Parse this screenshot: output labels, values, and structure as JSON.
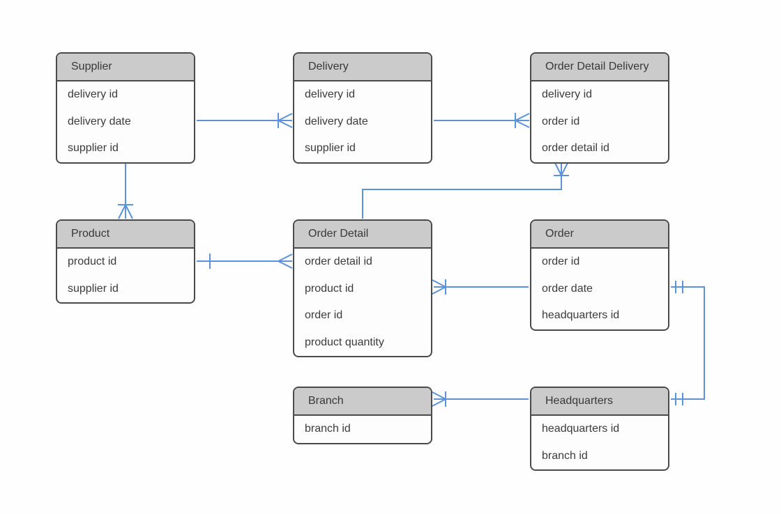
{
  "diagram": {
    "type": "entity-relationship",
    "notation": "crows-foot",
    "entities": [
      {
        "id": "supplier",
        "title": "Supplier",
        "attributes": [
          "delivery id",
          "delivery date",
          "supplier id"
        ]
      },
      {
        "id": "delivery",
        "title": "Delivery",
        "attributes": [
          "delivery id",
          "delivery date",
          "supplier id"
        ]
      },
      {
        "id": "order-detail-delivery",
        "title": "Order Detail Delivery",
        "attributes": [
          "delivery id",
          "order id",
          "order detail id"
        ]
      },
      {
        "id": "product",
        "title": "Product",
        "attributes": [
          "product id",
          "supplier id"
        ]
      },
      {
        "id": "order-detail",
        "title": "Order Detail",
        "attributes": [
          "order detail id",
          "product id",
          "order id",
          "product quantity"
        ]
      },
      {
        "id": "order",
        "title": "Order",
        "attributes": [
          "order id",
          "order date",
          "headquarters id"
        ]
      },
      {
        "id": "branch",
        "title": "Branch",
        "attributes": [
          "branch id"
        ]
      },
      {
        "id": "headquarters",
        "title": "Headquarters",
        "attributes": [
          "headquarters id",
          "branch id"
        ]
      }
    ],
    "relationships": [
      {
        "from": "Supplier",
        "to": "Delivery",
        "from_marker": "none",
        "to_marker": "one-or-many-crowsfoot"
      },
      {
        "from": "Delivery",
        "to": "Order Detail Delivery",
        "from_marker": "none",
        "to_marker": "one-or-many-crowsfoot"
      },
      {
        "from": "Order Detail Delivery",
        "to": "Order Detail",
        "from_marker": "one-or-many-crowsfoot",
        "to_marker": "none"
      },
      {
        "from": "Supplier",
        "to": "Product",
        "from_marker": "none",
        "to_marker": "one-or-many-crowsfoot"
      },
      {
        "from": "Product",
        "to": "Order Detail",
        "from_marker": "one-tick",
        "to_marker": "many-crowsfoot"
      },
      {
        "from": "Order Detail",
        "to": "Order",
        "from_marker": "one-or-many-crowsfoot",
        "to_marker": "none"
      },
      {
        "from": "Order",
        "to": "Headquarters",
        "from_marker": "one-and-only-one-double-tick",
        "to_marker": "one-and-only-one-double-tick"
      },
      {
        "from": "Branch",
        "to": "Headquarters",
        "from_marker": "one-or-many-crowsfoot",
        "to_marker": "none"
      }
    ],
    "colors": {
      "connector_blue": "#5b92d9",
      "entity_border": "#4a4a4a",
      "entity_header_fill": "#cbcbcb",
      "entity_body_fill": "#fdfdfd",
      "text": "#3b3b3b",
      "canvas_background": "#fefefe"
    }
  }
}
